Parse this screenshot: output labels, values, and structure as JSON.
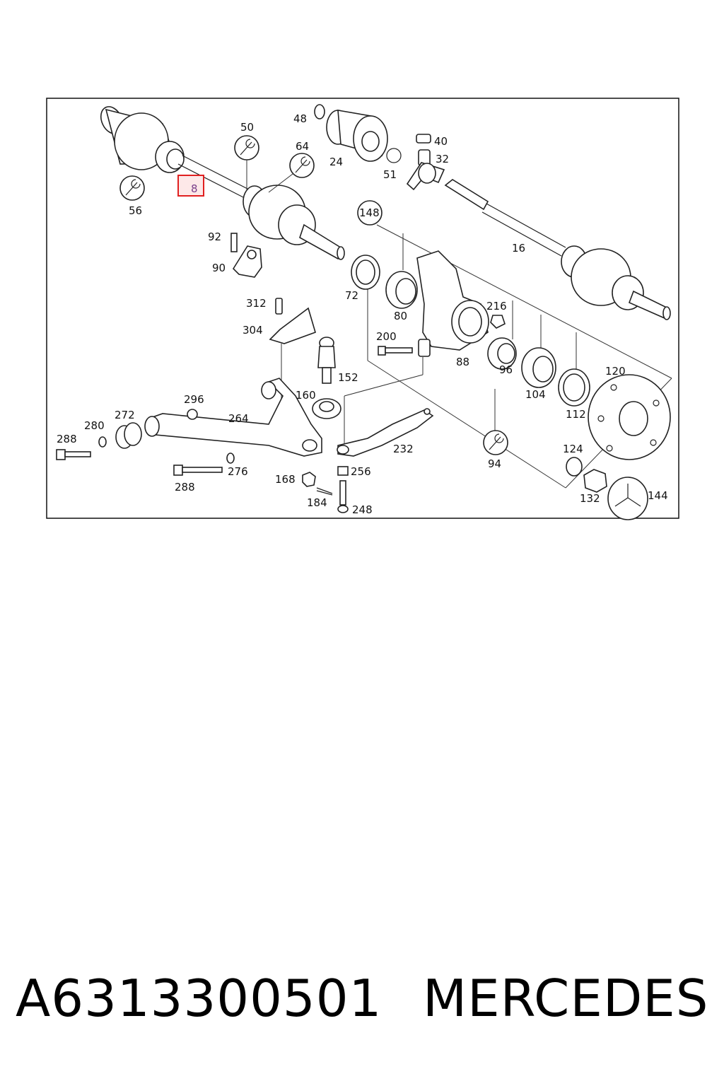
{
  "diagram": {
    "highlighted_callout": "8",
    "callouts": [
      "48",
      "50",
      "64",
      "24",
      "40",
      "32",
      "51",
      "56",
      "92",
      "90",
      "148",
      "16",
      "72",
      "80",
      "216",
      "312",
      "304",
      "200",
      "88",
      "96",
      "104",
      "120",
      "152",
      "160",
      "296",
      "272",
      "264",
      "280",
      "288",
      "232",
      "112",
      "124",
      "94",
      "276",
      "168",
      "256",
      "184",
      "248",
      "132",
      "144"
    ],
    "highlight_color": "#e02020"
  },
  "caption": {
    "part_number": "A6313300501",
    "brand": "MERCEDES"
  }
}
